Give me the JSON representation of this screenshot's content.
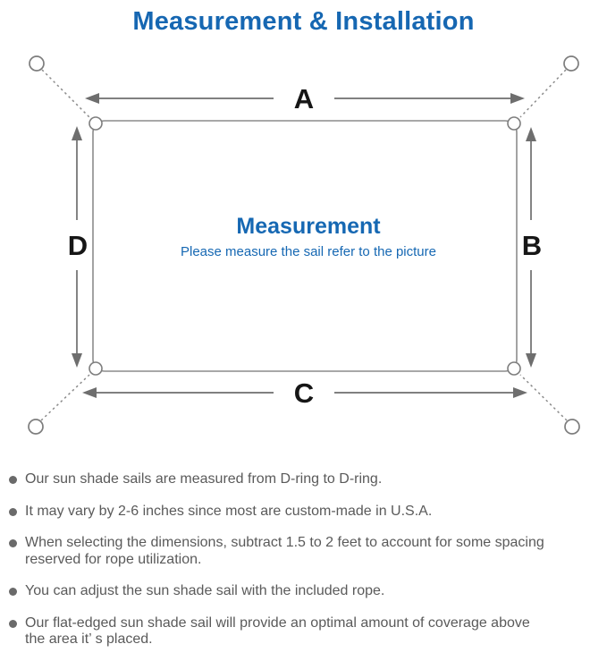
{
  "title": "Measurement & Installation",
  "colors": {
    "accent_blue": "#1667b2",
    "diagram_line_gray": "#8c8c8c",
    "arrow_gray": "#6e6e6e",
    "note_text_gray": "#5a5a5a"
  },
  "diagram": {
    "labels": {
      "top": "A",
      "right": "B",
      "bottom": "C",
      "left": "D"
    },
    "center_title": "Measurement",
    "center_subtitle": "Please measure the sail refer to the picture"
  },
  "notes": {
    "items": [
      {
        "lines": [
          "Our sun shade sails are measured from D-ring to D-ring."
        ]
      },
      {
        "lines": [
          "It may vary by 2-6 inches since most are custom-made in U.S.A."
        ]
      },
      {
        "lines": [
          "When selecting the dimensions, subtract 1.5 to 2 feet to account for some spacing",
          "reserved for rope utilization."
        ]
      },
      {
        "lines": [
          "You can adjust the sun shade sail with the included rope."
        ]
      },
      {
        "lines": [
          "Our flat-edged sun shade sail will provide an optimal amount of coverage above",
          "the area it’ s placed."
        ]
      }
    ]
  }
}
